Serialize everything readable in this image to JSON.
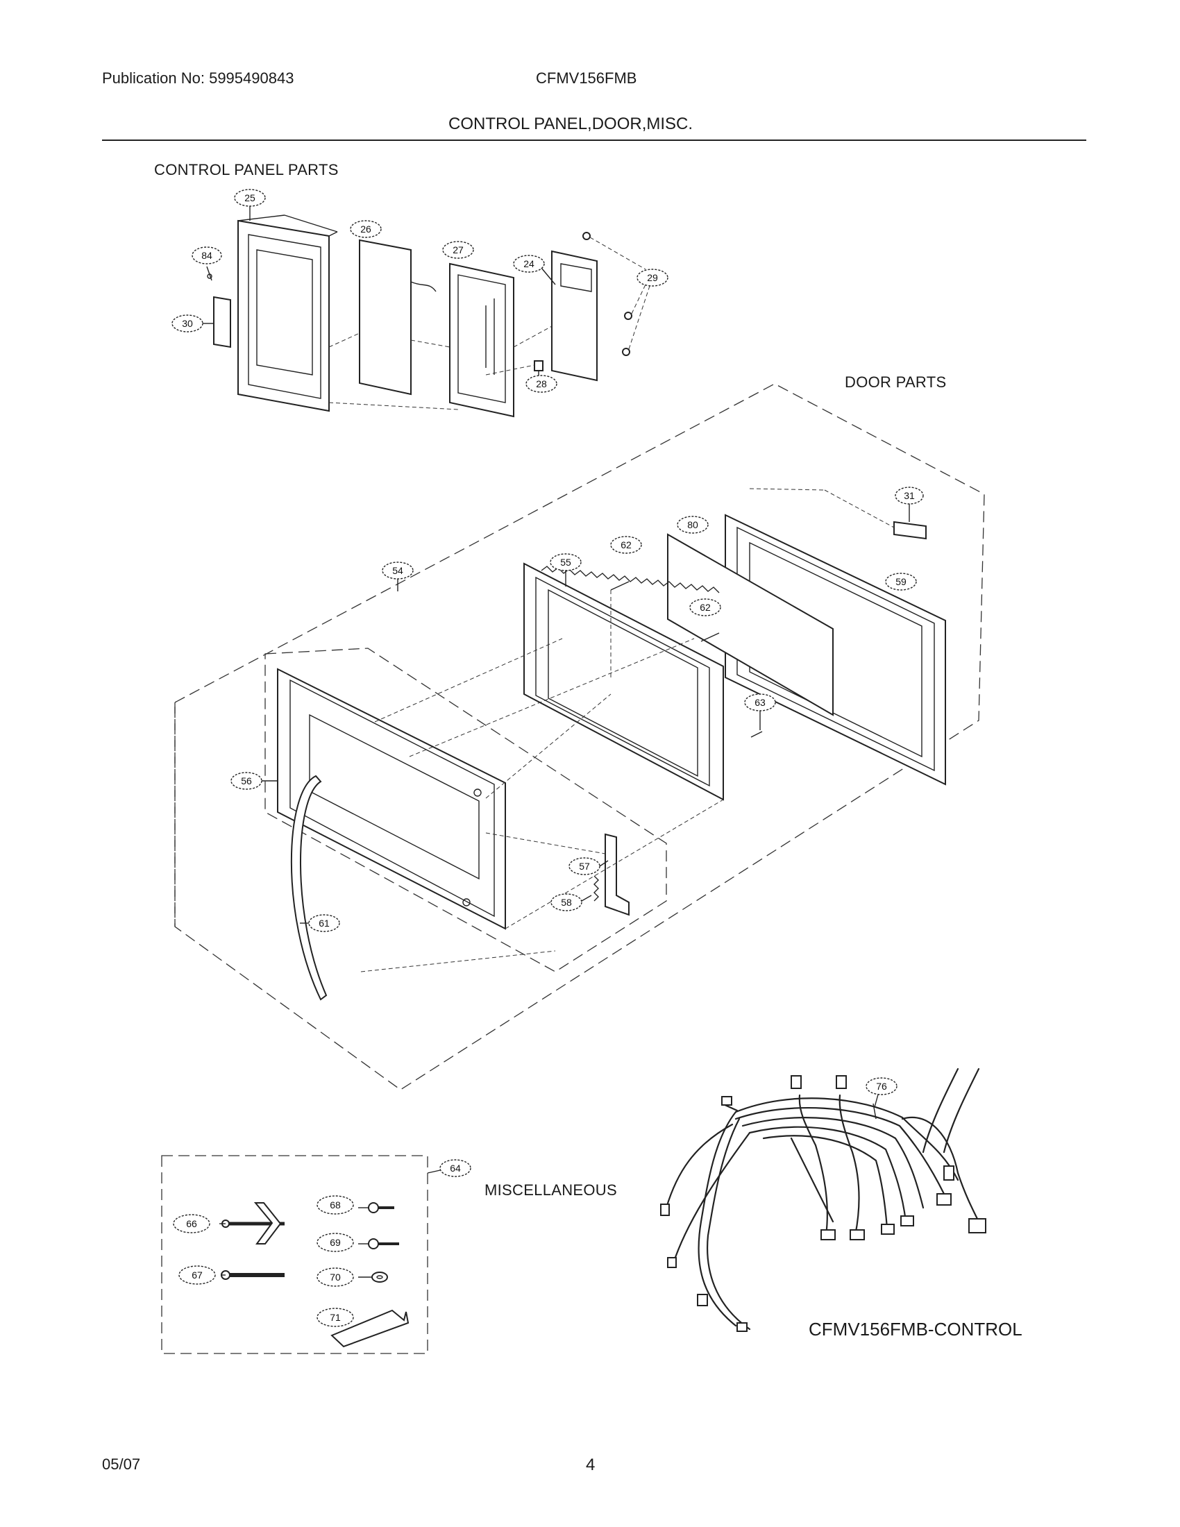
{
  "header": {
    "publication": "Publication No: 5995490843",
    "model": "CFMV156FMB",
    "title": "CONTROL PANEL,DOOR,MISC."
  },
  "sections": {
    "control_panel": "CONTROL PANEL PARTS",
    "door": "DOOR  PARTS",
    "misc": "MISCELLANEOUS",
    "harness_caption": "CFMV156FMB-CONTROL"
  },
  "part_labels": {
    "p24": "24",
    "p25": "25",
    "p26": "26",
    "p27": "27",
    "p28": "28",
    "p29": "29",
    "p30": "30",
    "p31": "31",
    "p54": "54",
    "p55": "55",
    "p56": "56",
    "p57": "57",
    "p58": "58",
    "p59": "59",
    "p61": "61",
    "p62a": "62",
    "p62b": "62",
    "p63": "63",
    "p64": "64",
    "p66": "66",
    "p67": "67",
    "p68": "68",
    "p69": "69",
    "p70": "70",
    "p71": "71",
    "p76": "76",
    "p80": "80",
    "p84": "84"
  },
  "footer": {
    "date": "05/07",
    "page": "4"
  }
}
